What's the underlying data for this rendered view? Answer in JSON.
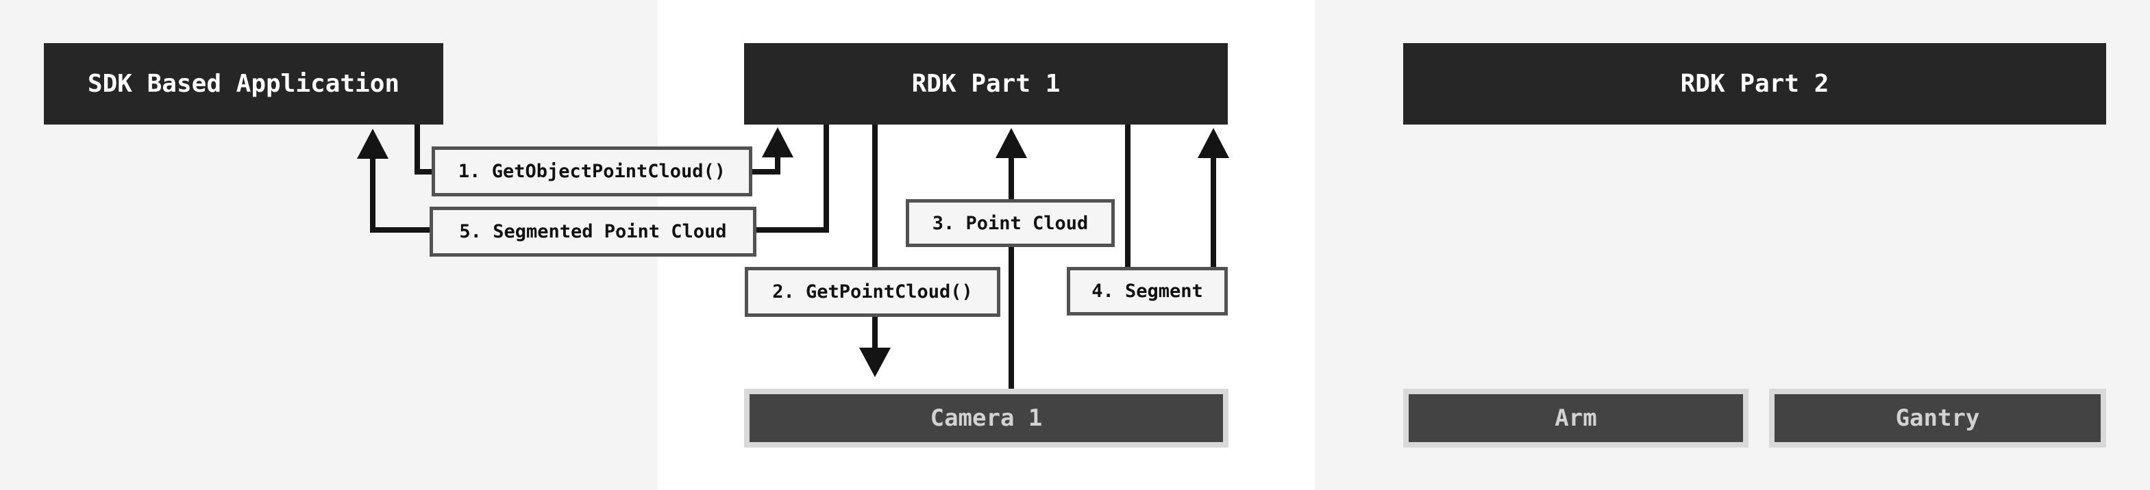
{
  "diagram": {
    "nodes": {
      "sdk_application": "SDK Based Application",
      "rdk_part_1": "RDK Part 1",
      "rdk_part_2": "RDK Part 2",
      "camera_1": "Camera 1",
      "arm": "Arm",
      "gantry": "Gantry"
    },
    "edges": [
      {
        "label": "1. GetObjectPointCloud()",
        "from": "SDK Based Application",
        "to": "RDK Part 1",
        "direction": "call"
      },
      {
        "label": "2. GetPointCloud()",
        "from": "RDK Part 1",
        "to": "Camera 1",
        "direction": "call"
      },
      {
        "label": "3. Point Cloud",
        "from": "Camera 1",
        "to": "RDK Part 1",
        "direction": "return"
      },
      {
        "label": "4. Segment",
        "from": "RDK Part 1",
        "to": "RDK Part 1",
        "direction": "internal"
      },
      {
        "label": "5. Segmented Point Cloud",
        "from": "RDK Part 1",
        "to": "SDK Based Application",
        "direction": "return"
      }
    ],
    "colors": {
      "section_bg": "#f4f4f4",
      "middle_bg": "#ffffff",
      "header_bg": "#262626",
      "header_text": "#ffffff",
      "component_bg": "#434343",
      "component_frame": "#d9d9d9",
      "component_text": "#d2d2d2",
      "label_bg": "#f5f5f5",
      "label_border": "#525252",
      "label_text": "#111111",
      "line": "#141414"
    }
  }
}
